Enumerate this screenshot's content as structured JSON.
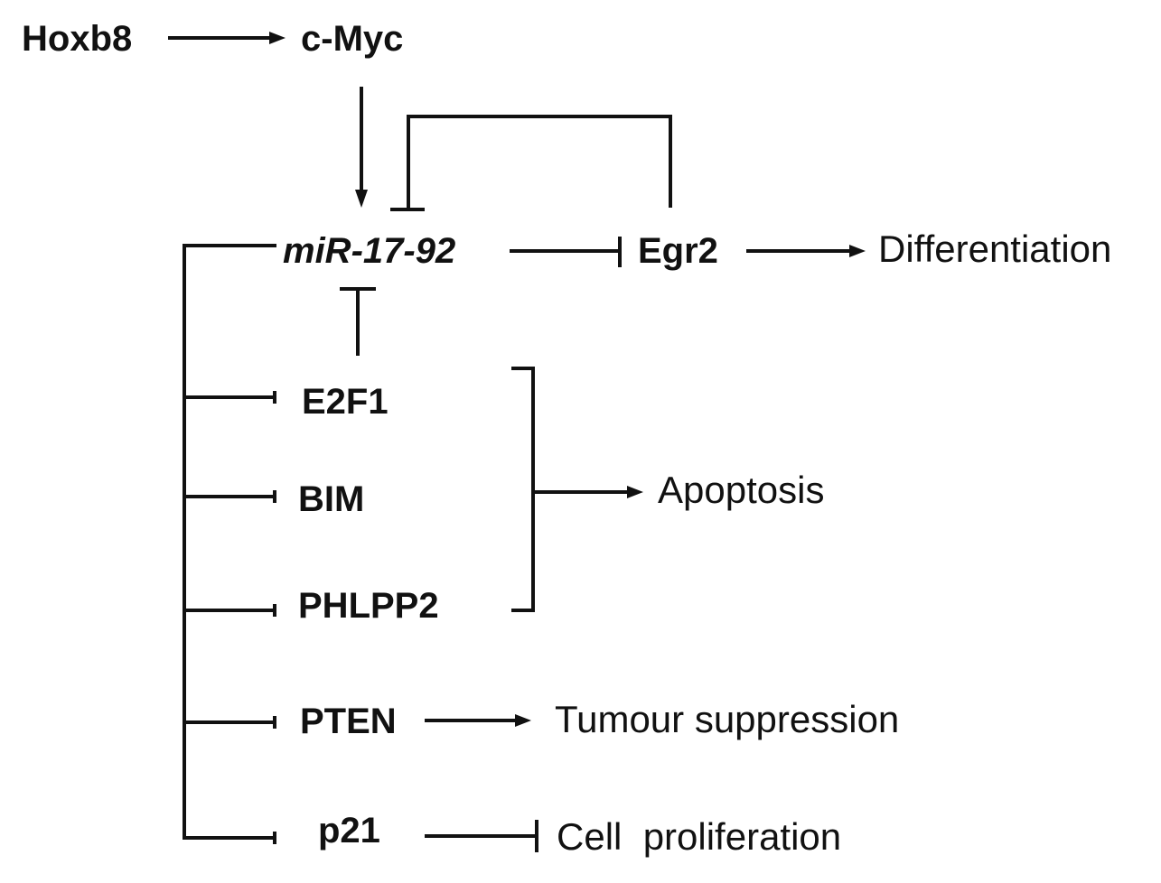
{
  "nodes": {
    "hoxb8": "Hoxb8",
    "cmyc": "c-Myc",
    "mir": "miR-17-92",
    "egr2": "Egr2",
    "e2f1": "E2F1",
    "bim": "BIM",
    "phlpp2": "PHLPP2",
    "pten": "PTEN",
    "p21": "p21"
  },
  "outcomes": {
    "differentiation": "Differentiation",
    "apoptosis": "Apoptosis",
    "tumour_suppression": "Tumour suppression",
    "cell_proliferation": "Cell  proliferation"
  },
  "edges": [
    {
      "from": "Hoxb8",
      "to": "c-Myc",
      "type": "activation"
    },
    {
      "from": "c-Myc",
      "to": "miR-17-92",
      "type": "activation"
    },
    {
      "from": "miR-17-92",
      "to": "Egr2",
      "type": "inhibition"
    },
    {
      "from": "Egr2",
      "to": "miR-17-92",
      "type": "inhibition"
    },
    {
      "from": "Egr2",
      "to": "Differentiation",
      "type": "activation"
    },
    {
      "from": "E2F1",
      "to": "miR-17-92",
      "type": "inhibition"
    },
    {
      "from": "miR-17-92",
      "to": "E2F1",
      "type": "inhibition"
    },
    {
      "from": "miR-17-92",
      "to": "BIM",
      "type": "inhibition"
    },
    {
      "from": "miR-17-92",
      "to": "PHLPP2",
      "type": "inhibition"
    },
    {
      "from": "miR-17-92",
      "to": "PTEN",
      "type": "inhibition"
    },
    {
      "from": "miR-17-92",
      "to": "p21",
      "type": "inhibition"
    },
    {
      "from": "E2F1, BIM, PHLPP2",
      "to": "Apoptosis",
      "type": "activation"
    },
    {
      "from": "PTEN",
      "to": "Tumour suppression",
      "type": "activation"
    },
    {
      "from": "p21",
      "to": "Cell  proliferation",
      "type": "inhibition"
    }
  ]
}
